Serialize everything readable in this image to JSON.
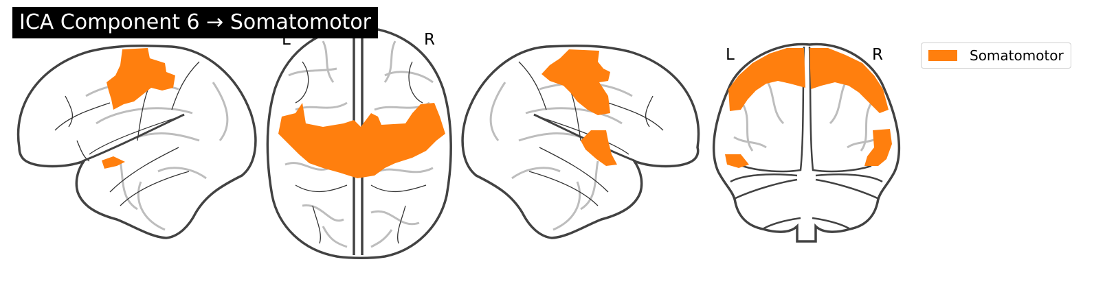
{
  "title": "ICA Component 6 → Somatomotor",
  "view_labels": {
    "axial": {
      "left": "L",
      "right": "R"
    },
    "coronal": {
      "left": "L",
      "right": "R"
    }
  },
  "legend": {
    "label": "Somatomotor",
    "color": "#ff7f0e"
  },
  "colors": {
    "outline": "#424242",
    "inner_folds": "#bdbdbd",
    "sulci": "#333333",
    "activation": "#ff7f0e"
  }
}
